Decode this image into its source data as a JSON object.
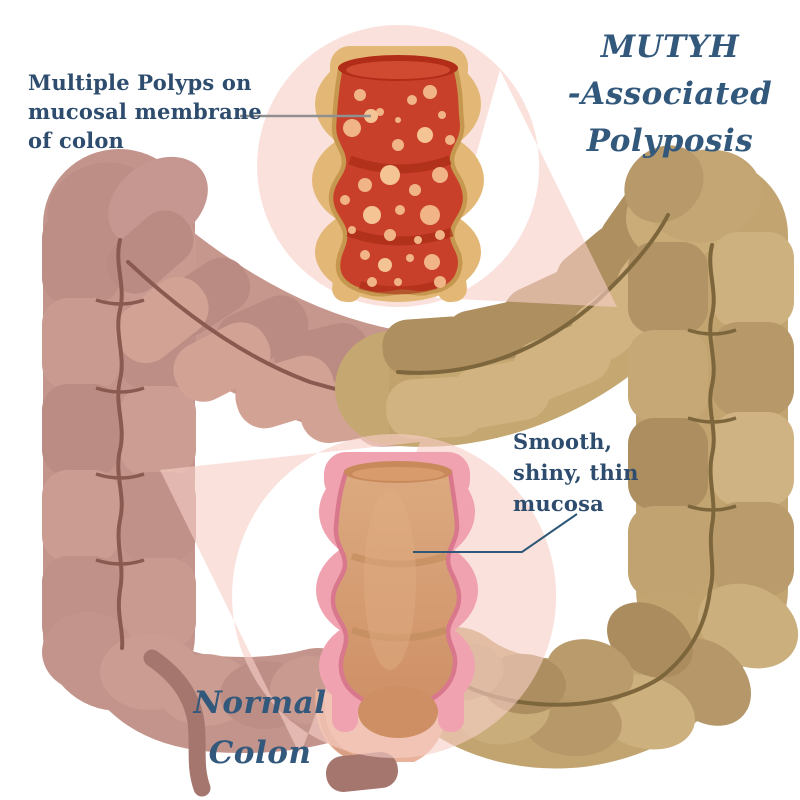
{
  "title": {
    "lines": [
      "MUTYH",
      "-Associated",
      "Polyposis"
    ]
  },
  "labels": {
    "polyps": {
      "lines": [
        "Multiple Polyps on",
        "mucosal membrane",
        "of colon"
      ]
    },
    "mucosa": {
      "lines": [
        "Smooth,",
        "shiny, thin",
        "mucosa"
      ]
    },
    "normal": {
      "lines": [
        "Normal",
        "Colon"
      ]
    }
  },
  "palette": {
    "text_navy": "#2d4c6e",
    "title_navy": "#32587b",
    "callout_gray": "#909090",
    "callout_navy": "#2e5878",
    "normal_colon_pink": "#c3948b",
    "map_colon_tan": "#c2a470",
    "polyposis_lumen_red": "#c9402a",
    "polyp_dot_salmon": "#f0b487",
    "normal_mucosa_peach": "#d49a6e",
    "normal_wall_pink": "#f0a2b0",
    "polyposis_wall_tan": "#e3b876",
    "wash_pink": "#f7cfc7",
    "rectum_flesh": "#e9b29b",
    "appendix_mauve": "#a5766e"
  }
}
